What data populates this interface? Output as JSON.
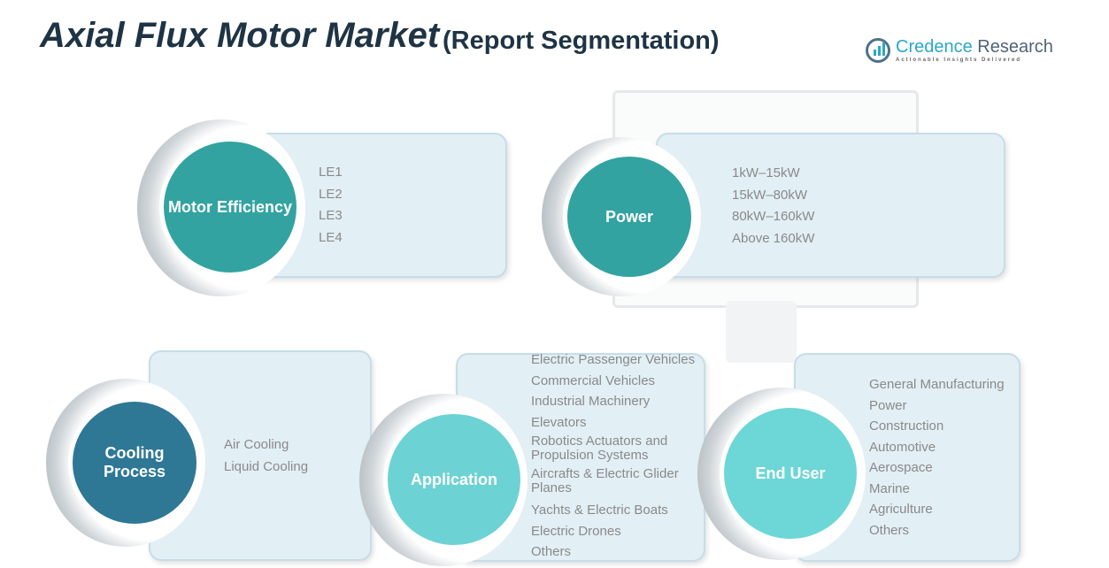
{
  "header": {
    "title": "Axial Flux Motor Market",
    "subtitle": "(Report Segmentation)"
  },
  "logo": {
    "name_a": "Credence",
    "name_b": " Research",
    "tagline": "Actionable Insights Delivered"
  },
  "colors": {
    "teal": "#32a3a1",
    "blue": "#2e7896",
    "light_teal": "#6dd2d3"
  },
  "segments": [
    {
      "label": "Motor Efficiency",
      "items": [
        "LE1",
        "LE2",
        "LE3",
        "LE4"
      ]
    },
    {
      "label": "Power",
      "items": [
        "1kW–15kW",
        "15kW–80kW",
        "80kW–160kW",
        "Above 160kW"
      ]
    },
    {
      "label": "Cooling Process",
      "items": [
        "Air Cooling",
        "Liquid Cooling"
      ]
    },
    {
      "label": "Application",
      "items": [
        "Electric Passenger Vehicles",
        "Commercial Vehicles",
        "Industrial Machinery",
        "Elevators",
        "Robotics Actuators and Propulsion Systems",
        "Aircrafts & Electric Glider Planes",
        "Yachts & Electric Boats",
        "Electric Drones",
        "Others"
      ]
    },
    {
      "label": "End User",
      "items": [
        "General Manufacturing",
        "Power",
        "Construction",
        "Automotive",
        "Aerospace",
        "Marine",
        "Agriculture",
        "Others"
      ]
    }
  ]
}
